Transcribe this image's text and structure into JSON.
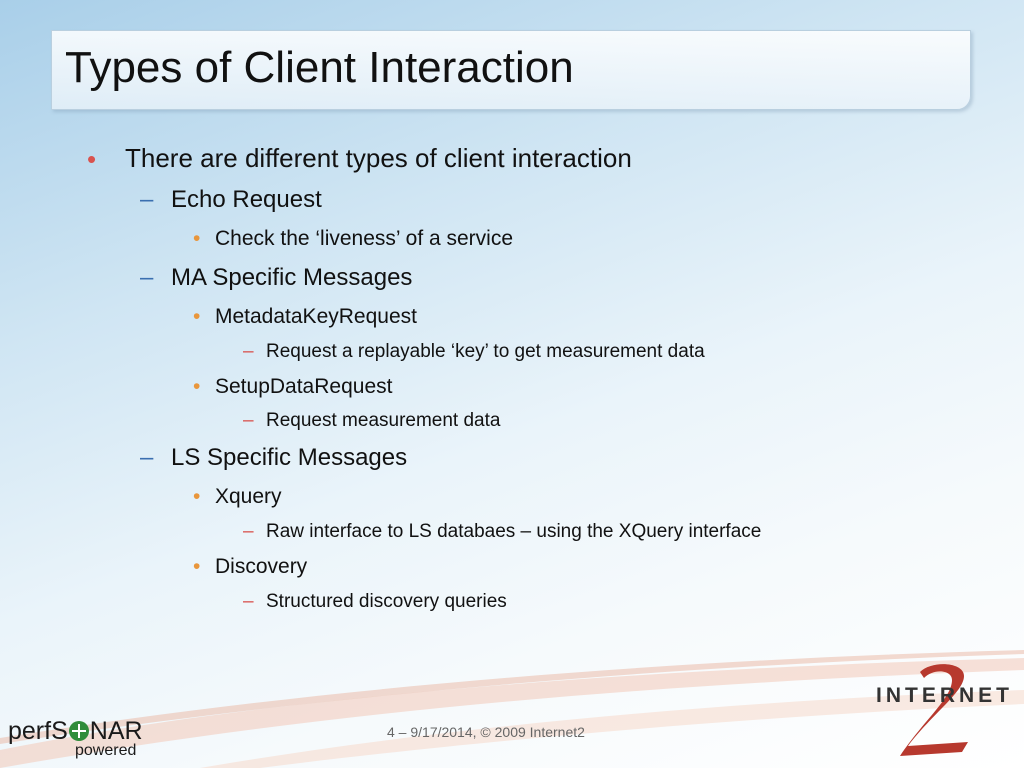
{
  "slide": {
    "title": "Types of Client Interaction",
    "footer": "4 – 9/17/2014, © 2009 Internet2",
    "bullets": [
      {
        "level": 1,
        "text": "There are different types of client interaction"
      },
      {
        "level": 2,
        "text": "Echo Request"
      },
      {
        "level": 3,
        "text": "Check the ‘liveness’ of a service"
      },
      {
        "level": 2,
        "text": "MA Specific Messages"
      },
      {
        "level": 3,
        "text": "MetadataKeyRequest"
      },
      {
        "level": 4,
        "text": "Request a replayable ‘key’ to get measurement data"
      },
      {
        "level": 3,
        "text": "SetupDataRequest"
      },
      {
        "level": 4,
        "text": "Request measurement data"
      },
      {
        "level": 2,
        "text": "LS Specific Messages"
      },
      {
        "level": 3,
        "text": "Xquery"
      },
      {
        "level": 4,
        "text": "Raw interface to LS databaes – using the XQuery interface"
      },
      {
        "level": 3,
        "text": "Discovery"
      },
      {
        "level": 4,
        "text": "Structured discovery queries"
      }
    ]
  },
  "logos": {
    "perfsonar": {
      "prefix": "perfS",
      "suffix": "NAR",
      "sub": "powered"
    },
    "internet2": {
      "text": "INTERNET",
      "digit": "2"
    }
  },
  "colors": {
    "bullet_level1": "#d9534f",
    "dash_level2": "#3a6fb0",
    "bullet_level3": "#e8963c",
    "dash_level4": "#d9534f"
  }
}
